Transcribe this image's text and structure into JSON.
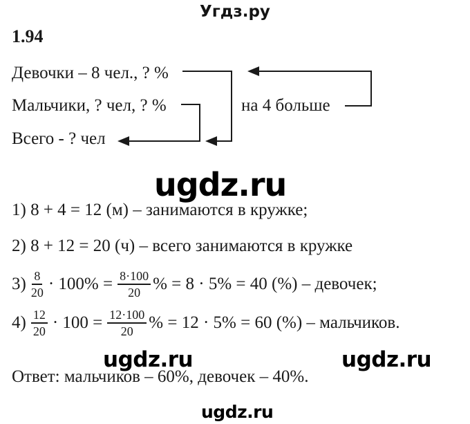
{
  "header": {
    "logo": "Угдз.ру"
  },
  "problem": {
    "number": "1.94"
  },
  "diagram": {
    "girls_label": "Девочки – 8 чел., ? %",
    "boys_label": "Мальчики, ? чел, ? %",
    "total_label": "Всего - ? чел",
    "note_label": "на 4 больше"
  },
  "watermarks": {
    "large": "ugdz.ru",
    "small_left": "ugdz.ru",
    "small_right": "ugdz.ru",
    "footer": "ugdz.ru"
  },
  "solution": {
    "step1": "1) 8 + 4 = 12 (м) – занимаются в кружке;",
    "step2": "2) 8 + 12 = 20 (ч) – всего занимаются в кружке",
    "step3": {
      "label": "3)",
      "frac1": {
        "num": "8",
        "den": "20"
      },
      "op1": "· 100% =",
      "frac2": {
        "num": "8·100",
        "den": "20"
      },
      "rest": "% = 8 · 5% = 40 (%) – девочек;"
    },
    "step4": {
      "label": "4)",
      "frac1": {
        "num": "12",
        "den": "20"
      },
      "op1": "· 100 =",
      "frac2": {
        "num": "12·100",
        "den": "20"
      },
      "rest": "% = 12 · 5% = 60 (%) – мальчиков."
    },
    "answer": "Ответ: мальчиков – 60%, девочек – 40%."
  },
  "colors": {
    "ink": "#1a1a1a",
    "watermark": "#000000",
    "background": "#ffffff"
  }
}
